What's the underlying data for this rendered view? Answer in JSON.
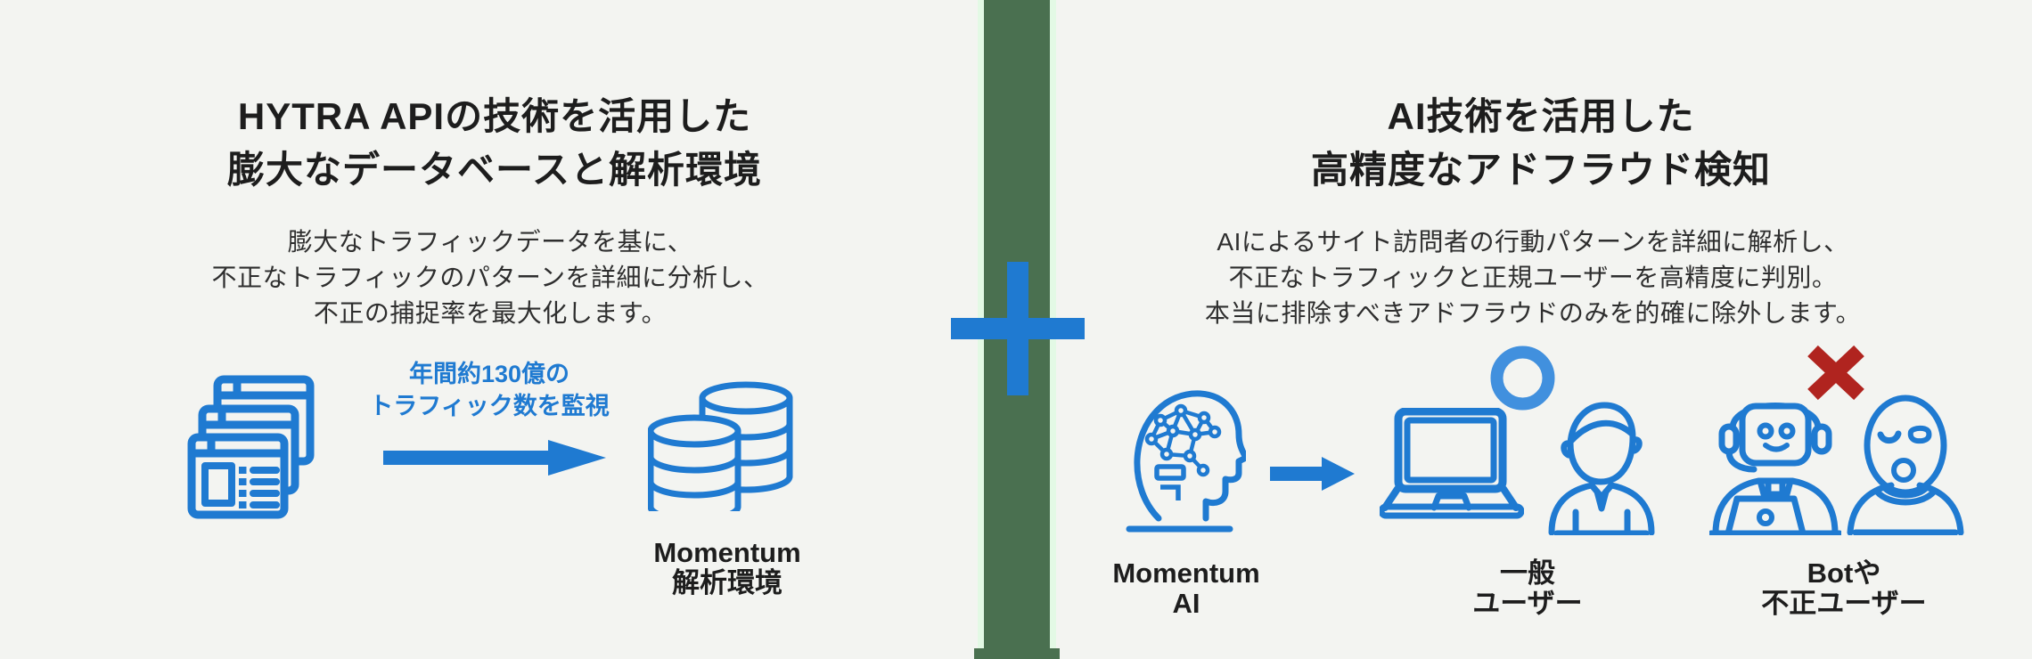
{
  "left_panel": {
    "title_lines": [
      "HYTRA APIの技術を活用した",
      "膨大なデータベースと解析環境"
    ],
    "body_lines": [
      "膨大なトラフィックデータを基に、",
      "不正なトラフィックのパターンを詳細に分析し、",
      "不正の捕捉率を最大化します。"
    ],
    "caption_lines": [
      "年間約130億の",
      "トラフィック数を監視"
    ],
    "database_label_lines": [
      "Momentum",
      "解析環境"
    ]
  },
  "right_panel": {
    "title_lines": [
      "AI技術を活用した",
      "高精度なアドフラウド検知"
    ],
    "body_lines": [
      "AIによるサイト訪問者の行動パターンを詳細に解析し、",
      "不正なトラフィックと正規ユーザーを高精度に判別。",
      "本当に排除すべきアドフラウドのみを的確に除外します。"
    ],
    "groups": [
      {
        "name": "momentum-ai",
        "label_lines": [
          "Momentum",
          "AI"
        ]
      },
      {
        "name": "general-user",
        "label_lines": [
          "一般",
          "ユーザー"
        ],
        "mark": "circle-ok"
      },
      {
        "name": "fraud-user",
        "label_lines": [
          "Botや",
          "不正ユーザー"
        ],
        "mark": "cross-ng"
      }
    ]
  },
  "icons": {
    "documents": "stacked-browser-windows",
    "database": "database-cylinders",
    "left_arrow": "right-arrow",
    "plus": "plus-sign",
    "ai_head": "head-profile-with-neural-network",
    "right_arrow": "right-arrow",
    "ok_mark": "blue-ring-circle",
    "laptop": "open-laptop",
    "general_user": "person-with-collar",
    "robot": "robot-with-headset-and-laptop",
    "ng_mark": "red-cross",
    "fraud_user": "masked-person"
  },
  "colors": {
    "bg": "#f3f4f1",
    "divider_green": "#4a7050",
    "divider_glow": "#e3f9e5",
    "primary_blue": "#1f7ad1",
    "ring_blue": "#4190de",
    "cross_red": "#b0241f",
    "text_dark": "#1d1d1d",
    "text_body": "#2e2e2e"
  }
}
